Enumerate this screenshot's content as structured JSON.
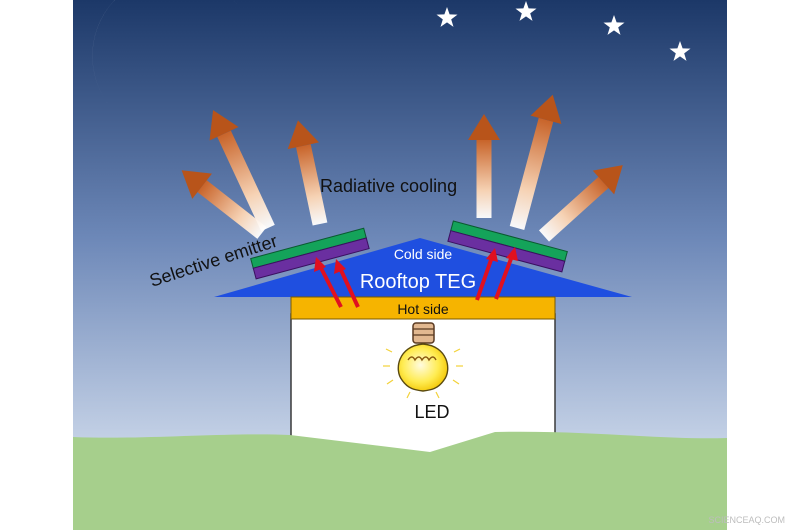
{
  "labels": {
    "radiative_cooling": "Radiative cooling",
    "selective_emitter": "Selective emitter",
    "cold_side": "Cold side",
    "rooftop_teg": "Rooftop TEG",
    "hot_side": "Hot side",
    "led": "LED",
    "watermark": "SCIENCEAQ.COM"
  },
  "colors": {
    "sky_top": "#1c3868",
    "sky_bottom": "#e6eef8",
    "grass": "#a6cf8c",
    "roof": "#1f4fe0",
    "hot_plate": "#f6b400",
    "emitter_green": "#14a35a",
    "teg_purple": "#6a2fa0",
    "heat_arrow": "#e01020",
    "ray_head": "#b8541a",
    "moon": "#ffffff",
    "bulb": "#ffe84a"
  },
  "icons": [
    "moon-icon",
    "star-icon",
    "light-bulb-icon",
    "radiation-arrow-icon",
    "heat-flow-arrow-icon"
  ]
}
